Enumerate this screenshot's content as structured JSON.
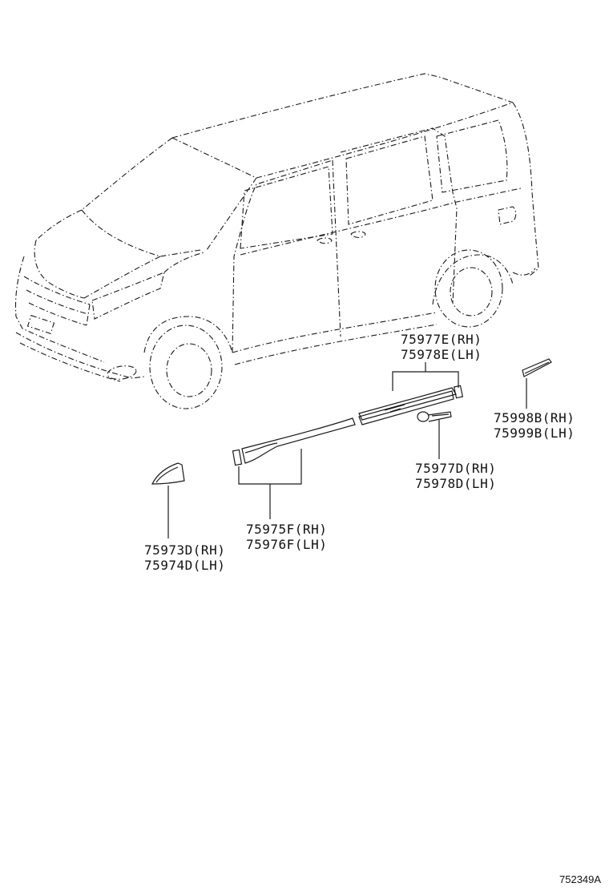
{
  "parts": {
    "rear_garnish": {
      "line1": "75977E(RH)",
      "line2": "75978E(LH)"
    },
    "quarter_garnish": {
      "line1": "75998B(RH)",
      "line2": "75999B(LH)"
    },
    "emblem": {
      "line1": "75977D(RH)",
      "line2": "75978D(LH)"
    },
    "front_door_garnish": {
      "line1": "75975F(RH)",
      "line2": "75976F(LH)"
    },
    "fender_garnish": {
      "line1": "75973D(RH)",
      "line2": "75974D(LH)"
    }
  },
  "diagram_ref": "752349A"
}
